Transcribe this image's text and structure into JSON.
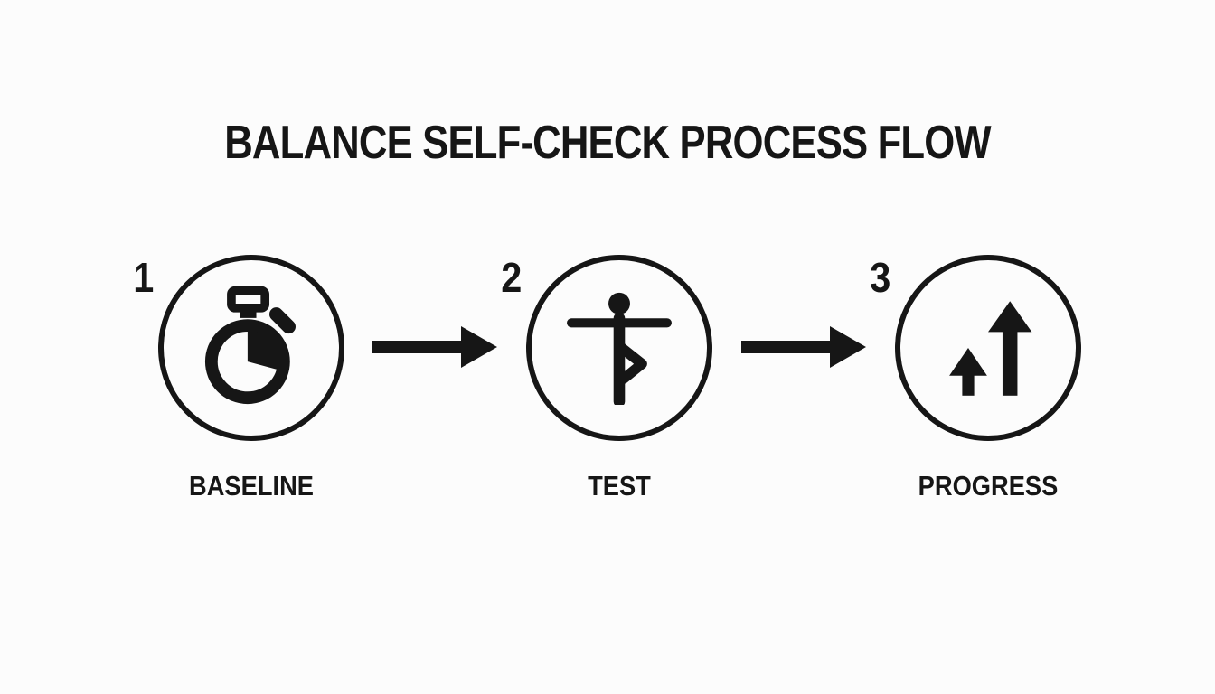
{
  "title": "BALANCE SELF-CHECK PROCESS FLOW",
  "steps": [
    {
      "number": "1",
      "label": "BASELINE",
      "icon": "stopwatch-icon"
    },
    {
      "number": "2",
      "label": "TEST",
      "icon": "balance-pose-icon"
    },
    {
      "number": "3",
      "label": "PROGRESS",
      "icon": "progress-arrows-icon"
    }
  ],
  "connectors": [
    {
      "from": "BASELINE",
      "to": "TEST",
      "icon": "right-arrow-icon"
    },
    {
      "from": "TEST",
      "to": "PROGRESS",
      "icon": "right-arrow-icon"
    }
  ],
  "colors": {
    "ink": "#161616",
    "background": "#fcfcfc"
  }
}
